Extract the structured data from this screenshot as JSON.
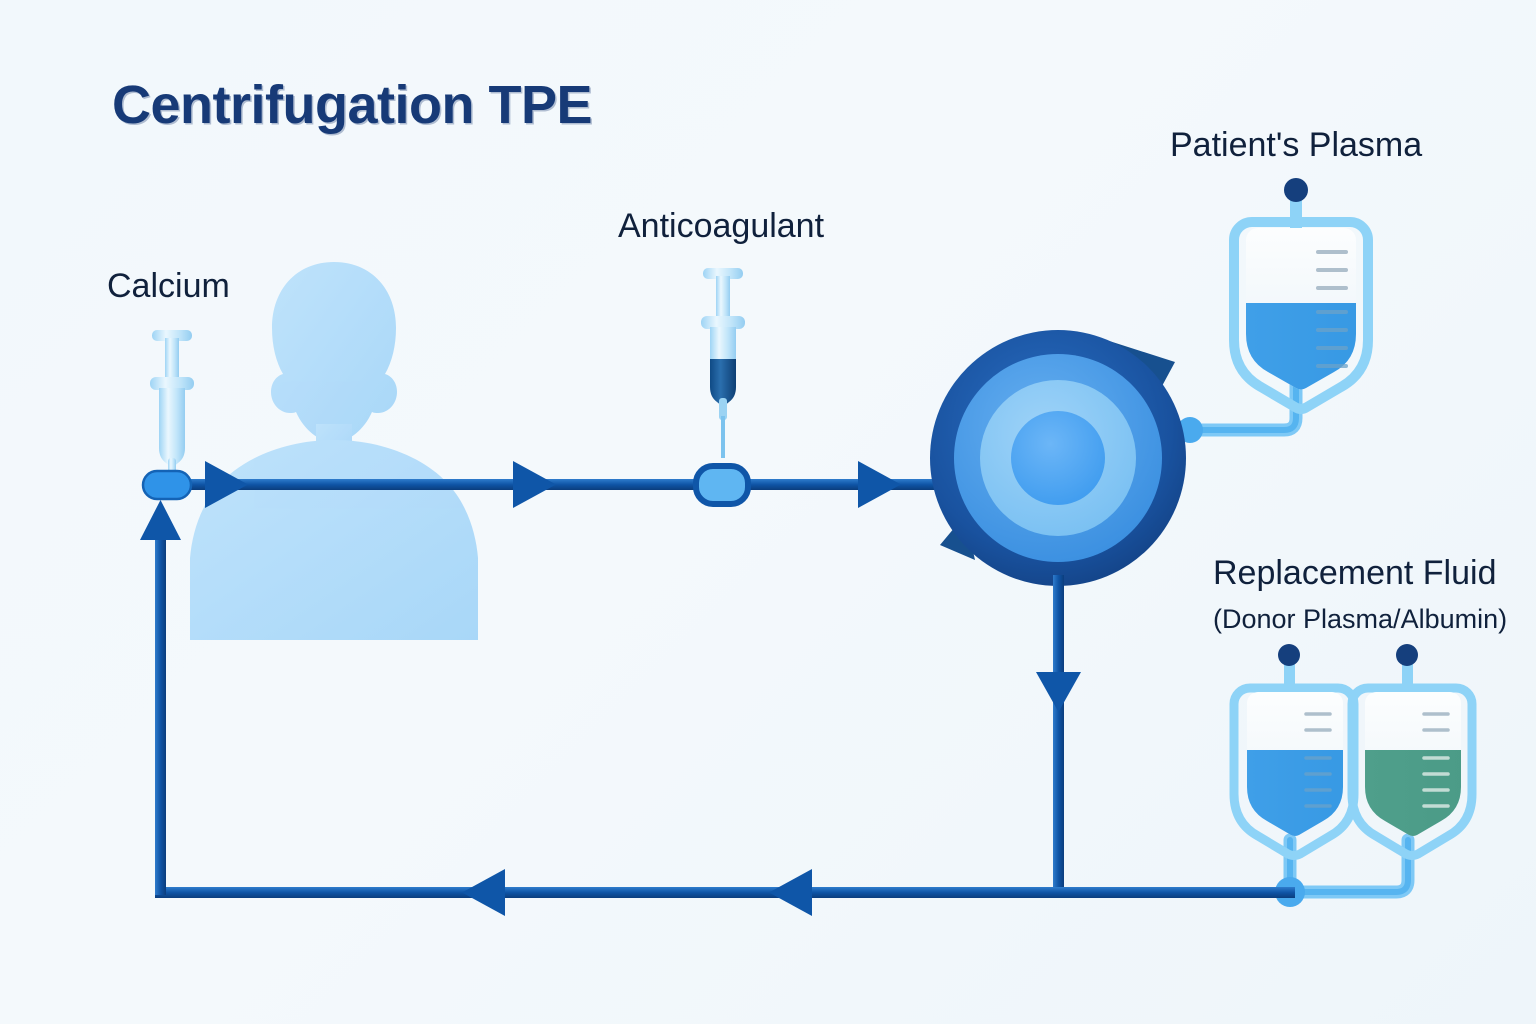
{
  "title": "Centrifugation TPE",
  "labels": {
    "calcium": "Calcium",
    "anticoagulant": "Anticoagulant",
    "patients_plasma": "Patient's Plasma",
    "replacement_fluid_main": "Replacement Fluid",
    "replacement_fluid_sub": "(Donor Plasma/Albumin)"
  },
  "colors": {
    "background": "#f2f8fc",
    "title_navy": "#173a77",
    "label_text": "#10213c",
    "line_dark_blue": "#1257ab",
    "line_deep_navy": "#0d4a9c",
    "tube_light_blue": "#6ec1f2",
    "centrifuge_outer": "#1a5cb4",
    "centrifuge_ring2": "#4a9ae8",
    "centrifuge_ring3": "#86c8f5",
    "centrifuge_core": "#4da6f5",
    "patient_silhouette": "#b3ddfa",
    "syringe_body": "#b8e0f8",
    "syringe_fluid_dark": "#16538f",
    "bag_outline": "#8ed3f7",
    "bag_fluid_blue": "#3f9fe8",
    "bag_fluid_green": "#5aa893",
    "bag_cap": "#153f7d",
    "bag_upper_white": "#f0f6fb"
  },
  "components": {
    "patient": "patient-silhouette",
    "centrifuge": "centrifuge-rotor",
    "access_port": "vascular-access-port",
    "inline_connector": "inline-tubing-connector",
    "junction_node": "return-line-junction"
  },
  "bags": [
    {
      "id": "patients-plasma-bag",
      "fluid": "blue",
      "fill_percent": 62,
      "graduations": 7
    },
    {
      "id": "donor-plasma-bag",
      "fluid": "blue",
      "fill_percent": 58,
      "graduations": 7
    },
    {
      "id": "albumin-bag",
      "fluid": "green",
      "fill_percent": 58,
      "graduations": 7
    }
  ],
  "syringes": [
    {
      "id": "calcium-syringe",
      "filled": false
    },
    {
      "id": "anticoagulant-syringe",
      "filled": true
    }
  ],
  "flow": {
    "draw_arrows": 3,
    "return_arrows": 3,
    "down_arrows": 1,
    "up_arrows": 1
  }
}
